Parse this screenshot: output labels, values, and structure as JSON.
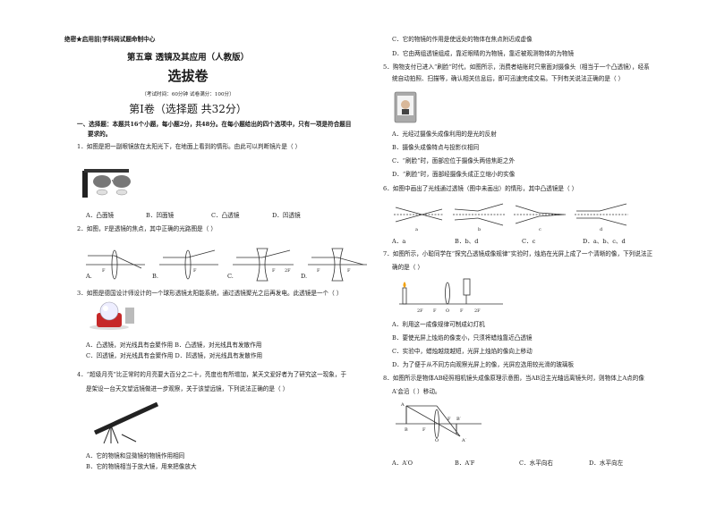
{
  "header": {
    "secret": "绝密★启用前|学科网试题命制中心",
    "chapter_title": "第五章  透镜及其应用（人教版）",
    "paper_title": "选拔卷",
    "exam_info": "（考试时间：60分钟   试卷满分：100分）",
    "volume_title": "第Ⅰ卷（选择题  共32分）"
  },
  "section1": {
    "instruction_line1": "一、选择题：本题共16个小题，每小题2分，共48分。在每小题给出的四个选项中，只有一项是符合题目",
    "instruction_line2": "要求的。"
  },
  "q1": {
    "stem": "1．如图是把一副眼镜放在太阳光下，在地面上看到的情形。由此可以判断镜片是（      ）",
    "options": [
      "A．凸面镜",
      "B．凹面镜",
      "C．凸透镜",
      "D．凹透镜"
    ]
  },
  "q2": {
    "stem": "2．如图，F是透镜的焦点，其中正确的光路图是（      ）",
    "options": [
      "A.",
      "B.",
      "C.",
      "D."
    ],
    "figure_labels": [
      "F",
      "F",
      "F",
      "2F",
      "F",
      "F",
      "F"
    ]
  },
  "q3": {
    "stem": "3．如图是德国设计师设计的一个球形透镜太阳能系统，通过透镜聚光之后再发电。此透镜是一个（      ）",
    "options_line1": "A．凸透镜，对光线具有会聚作用 B．凸透镜，对光线具有发散作用",
    "options_line2": "C．凹透镜，对光线具有会聚作用 D．凹透镜，对光线具有发散作用"
  },
  "q4": {
    "stem_line1": "4．“超级月亮”比正常时的月亮要大百分之二十，亮度也有所增加，某天文爱好者为了研究这一现象，于",
    "stem_line2": "是架设一台天文望远镜做进一步观察，关于该望远镜，下列说法正确的是（      ）",
    "option_a": "A．它的物镜和显微镜的物镜作用相同",
    "option_b": "B．它的物镜相当于放大镜，用来把像放大"
  },
  "q4_cont": {
    "option_c": "C．它的物镜的作用是使远处的物体在焦点附近成虚像",
    "option_d": "D．它由两组透镜组成，靠近眼睛的为物镜，靠近被观测物体的为物镜"
  },
  "q5": {
    "stem_line1": "5．购物支付已进入“刷脸”时代，如图所示，消费者结账时只需面对摄像头（相当于一个凸透镜），经系",
    "stem_line2": "统自动拍照、扫描等，确认相关信息后，即可迅速完成交易。下列有关说法正确的是（      ）",
    "options": [
      "A．光经过摄像头成像利用的是光的反射",
      "B．摄像头成像特点与投影仪相同",
      "C．“刷脸”时，面部应位于摄像头两倍焦距之外",
      "D．“刷脸”时，面部经摄像头成正立缩小的实像"
    ]
  },
  "q6": {
    "stem": "6．如图中画出了光线通过透镜（图中未画出）的情形，其中凸透镜是（      ）",
    "figure_labels": [
      "a",
      "b",
      "c",
      "d"
    ],
    "options": [
      "A．a",
      "B．b、d",
      "C．c",
      "D．a、b、c、d"
    ]
  },
  "q7": {
    "stem_line1": "7．如图所示，小聪同学在“探究凸透镜成像规律”实验时，烛焰在光屏上成了一个清晰的像，下列说法正",
    "stem_line2": "确的是（      ）",
    "figure_labels": [
      "2F",
      "F",
      "O",
      "F",
      "2F"
    ],
    "options": [
      "A．利用这一成像规律可制成幻灯机",
      "B．要使光屏上烛焰的像变小，只须将蜡烛靠近凸透镜",
      "C．实验中，蜡烛越烧越短，光屏上烛焰的像向上移动",
      "D．为了便于从不同方向观察光屏上的像，光屏应选用较光滑的玻璃板"
    ]
  },
  "q8": {
    "stem_line1": "8．如图所示是物体AB经照相机镜头成像原理示意图，当AB沿主光轴远离镜头时，则物体上A点的像",
    "stem_line2": "A′会沿（      ）移动。",
    "figure_labels": [
      "A",
      "B",
      "F",
      "O",
      "F",
      "B′",
      "A′"
    ],
    "options": [
      "A．A′O",
      "B．A′F",
      "C．水平向右",
      "D．水平向左"
    ]
  }
}
